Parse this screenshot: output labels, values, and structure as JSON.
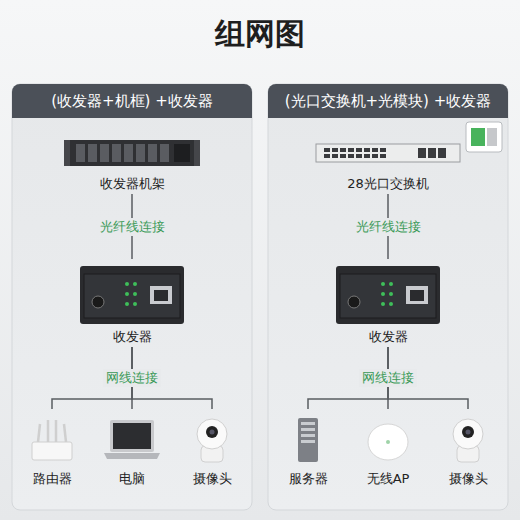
{
  "diagram": {
    "title": "组网图",
    "nodes": [
      {
        "text": [
          "(收发器+机框) +收发器"
        ]
      },
      {
        "text": [
          "收发器机架"
        ],
        "in": 0
      },
      {
        "text": [
          "收发器"
        ],
        "in": 0
      },
      {
        "text": [
          "路由器"
        ],
        "in": 0
      },
      {
        "text": [
          "电脑"
        ],
        "in": 0
      },
      {
        "text": [
          "摄像头"
        ],
        "in": 0
      },
      {
        "text": [
          "(光口交换机+光模块) +收发器"
        ]
      },
      {
        "text": [
          "28光口交换机"
        ],
        "in": 6
      },
      {
        "text": [
          "收发器"
        ],
        "in": 6
      },
      {
        "text": [
          "服务器"
        ],
        "in": 6
      },
      {
        "text": [
          "无线AP"
        ],
        "in": 6
      },
      {
        "text": [
          "摄像头"
        ],
        "in": 6
      }
    ],
    "edges": [
      {
        "from": 1,
        "to": 2,
        "arrow": "none",
        "label": "光纤线连接"
      },
      {
        "from": 2,
        "to": 3,
        "arrow": "none"
      },
      {
        "from": 2,
        "to": 4,
        "arrow": "none",
        "label": "网线连接"
      },
      {
        "from": 2,
        "to": 5,
        "arrow": "none"
      },
      {
        "from": 7,
        "to": 8,
        "arrow": "none",
        "label": "光纤线连接"
      },
      {
        "from": 8,
        "to": 9,
        "arrow": "none"
      },
      {
        "from": 8,
        "to": 10,
        "arrow": "none",
        "label": "网线连接"
      },
      {
        "from": 8,
        "to": 11,
        "arrow": "none"
      }
    ]
  }
}
